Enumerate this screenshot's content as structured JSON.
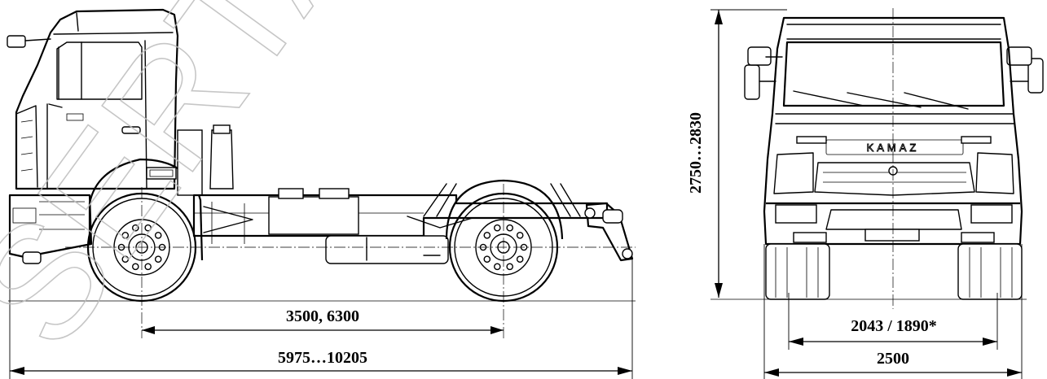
{
  "watermark": "SERTA",
  "brand_badge": "KAMAZ",
  "dimensions": {
    "wheelbase": "3500, 6300",
    "overall_length": "5975…10205",
    "overall_height": "2750…2830",
    "track": "2043 / 1890*",
    "overall_width": "2500"
  }
}
